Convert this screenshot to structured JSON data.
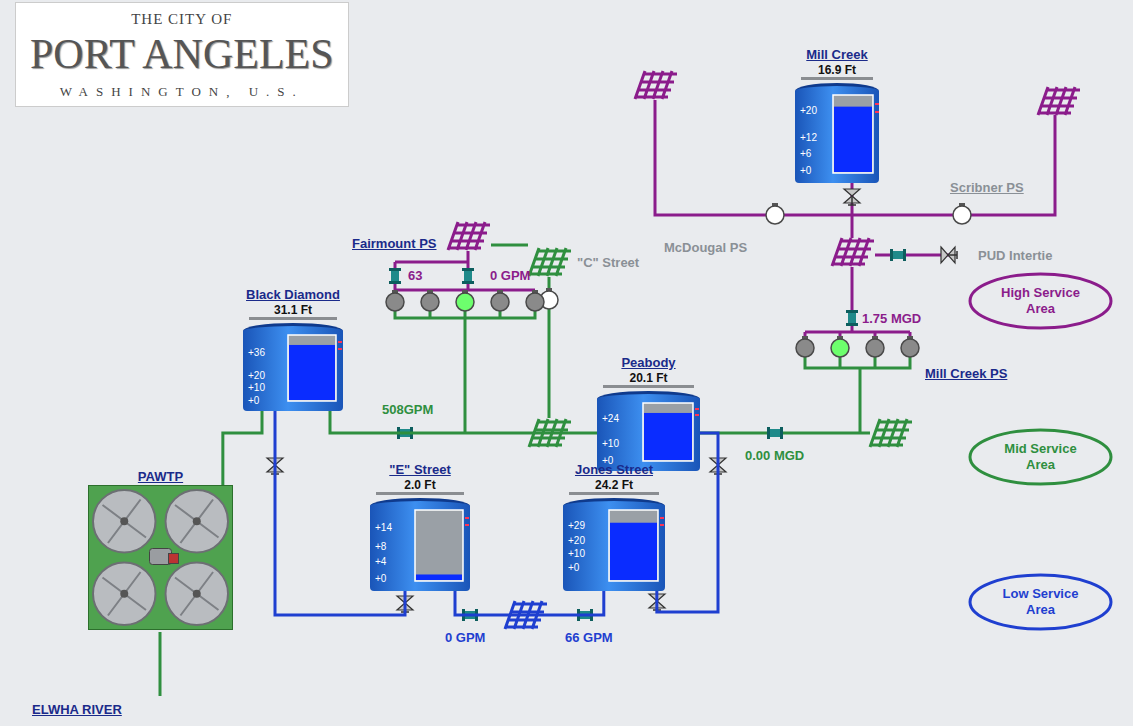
{
  "diagram": {
    "nodes": [
      {
        "text": [
          "THE CITY OF",
          "PORT ANGELES",
          "WASHINGTON, U.S."
        ]
      },
      {
        "text": [
          "Mill Creek",
          "16.9 Ft",
          "+20",
          "+12",
          "+6",
          "+0"
        ]
      },
      {
        "text": [
          "Black Diamond",
          "31.1 Ft",
          "+36",
          "+20",
          "+10",
          "+0"
        ]
      },
      {
        "text": [
          "High Service Area"
        ]
      },
      {
        "text": [
          "Peabody",
          "20.1 Ft",
          "+24",
          "+10",
          "+0"
        ]
      },
      {
        "text": [
          "Mid Service Area"
        ]
      },
      {
        "text": [
          "PAWTP"
        ]
      },
      {
        "text": [
          "\"E\" Street",
          "2.0 Ft",
          "+14",
          "+8",
          "+4",
          "+0"
        ]
      },
      {
        "text": [
          "Jones Street",
          "24.2 Ft",
          "+29",
          "+20",
          "+10",
          "+0"
        ]
      },
      {
        "text": [
          "Low Service Area"
        ]
      }
    ],
    "edges": [
      {
        "from": 6,
        "to": 2,
        "arrow": "none"
      },
      {
        "from": 2,
        "to": 4,
        "arrow": "none"
      },
      {
        "from": 2,
        "to": 7,
        "arrow": "none"
      },
      {
        "from": 7,
        "to": 8,
        "arrow": "none"
      },
      {
        "from": 4,
        "to": 8,
        "arrow": "none"
      }
    ],
    "labels": [
      "Fairmount PS",
      "63",
      "0 GPM",
      "\"C\" Street",
      "McDougal PS",
      "Scribner PS",
      "PUD Intertie",
      "1.75 MGD",
      "Mill Creek PS",
      "508GPM",
      "0.00 MGD",
      "0 GPM",
      "66 GPM",
      "ELWHA RIVER"
    ]
  }
}
